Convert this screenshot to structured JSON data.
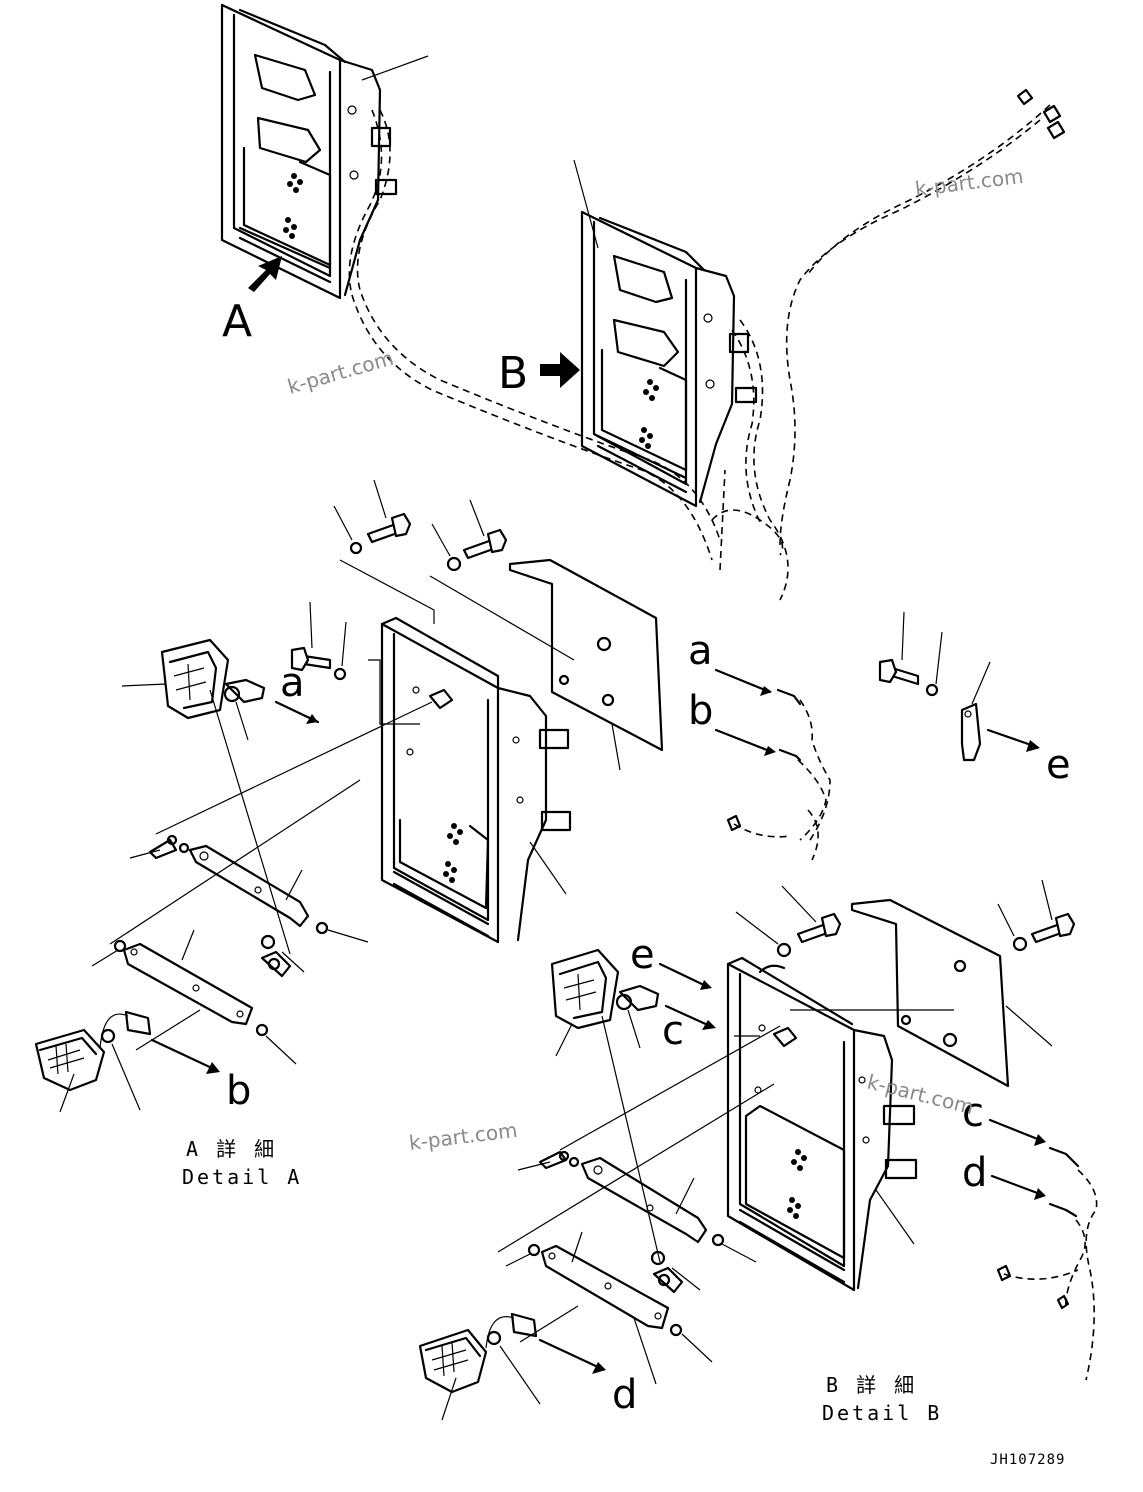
{
  "views": {
    "view_a_label": "A",
    "view_b_label": "B"
  },
  "connectors": {
    "a_left": "a",
    "b_left": "b",
    "a_right": "a",
    "b_right": "b",
    "e_left": "e",
    "e_right": "e",
    "c_left": "c",
    "c_right": "c",
    "d_left": "d",
    "d_right": "d"
  },
  "captions": {
    "detail_a_jp": "A 詳 細",
    "detail_a_en": "Detail A",
    "detail_b_jp": "B 詳 細",
    "detail_b_en": "Detail B"
  },
  "watermarks": [
    "k-part.com",
    "k-part.com",
    "k-part.com",
    "k-part.com"
  ],
  "drawing_code": "JH107289"
}
